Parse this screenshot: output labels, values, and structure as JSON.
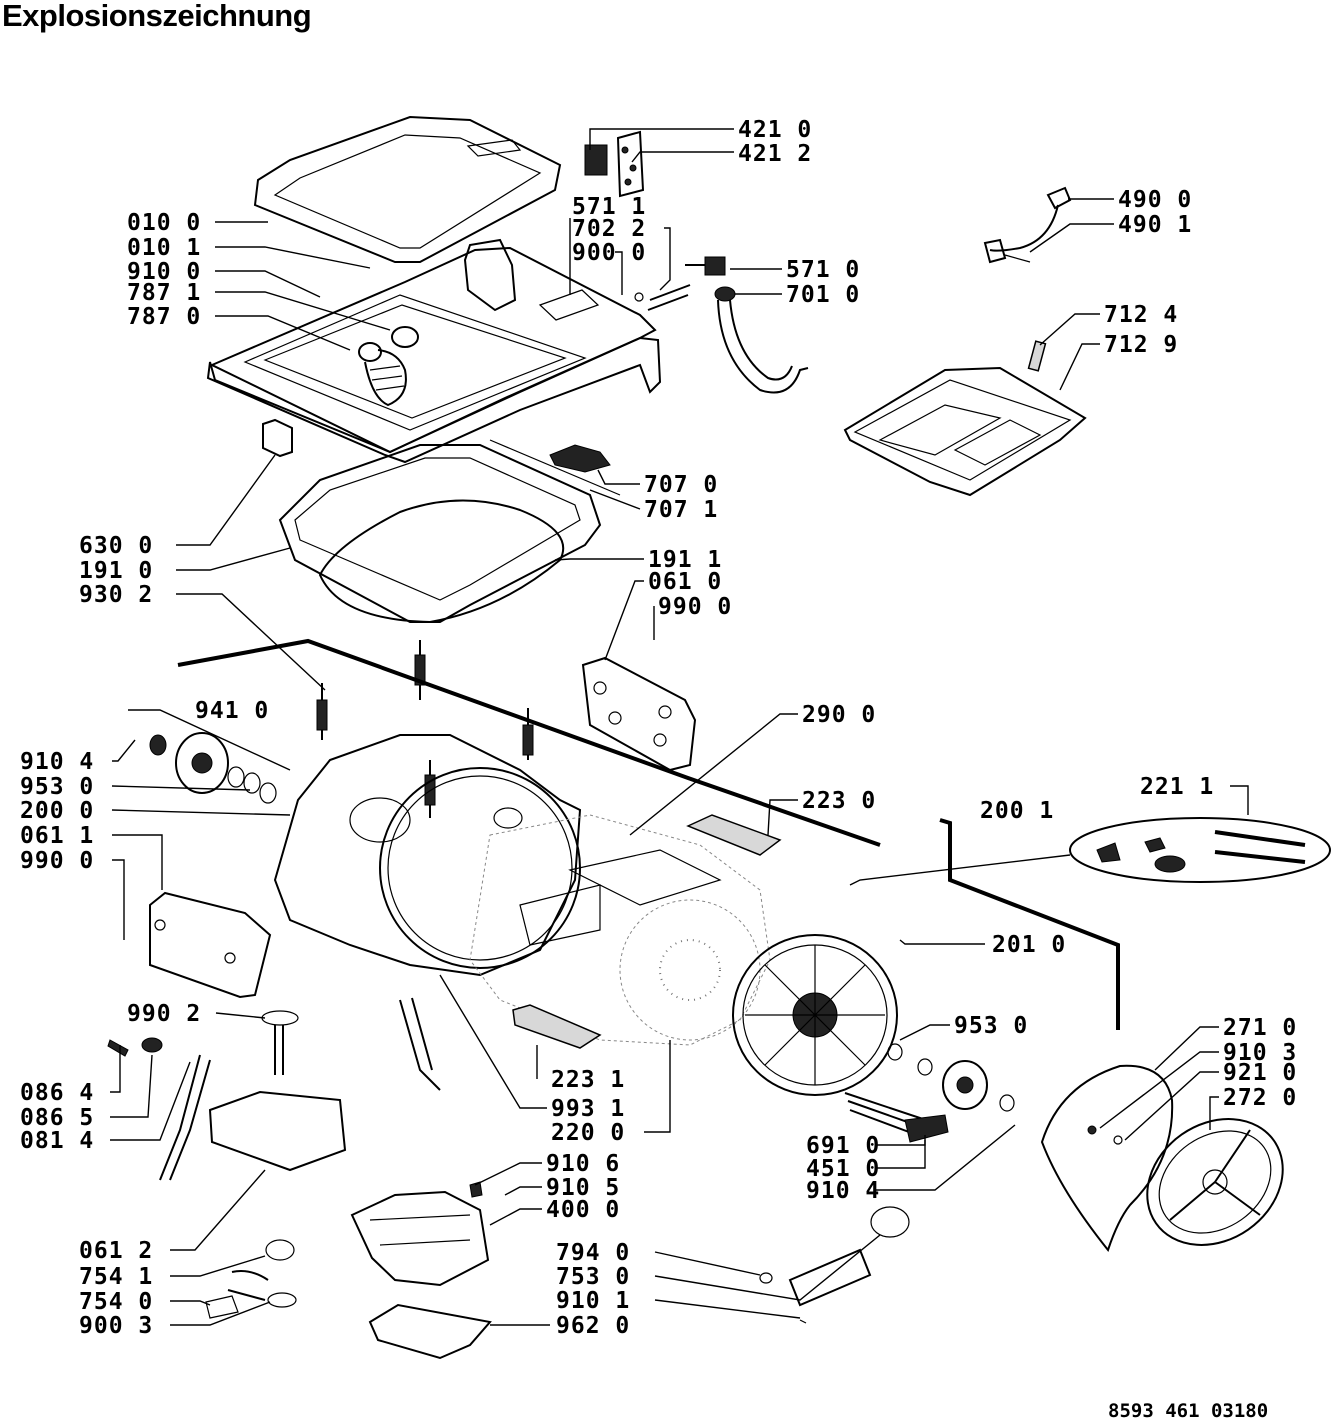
{
  "title": "Explosionszeichnung",
  "document_number": "8593 461 03180",
  "part_labels": [
    "421 0",
    "421 2",
    "490 0",
    "490 1",
    "010 0",
    "010 1",
    "910 0",
    "787 1",
    "787 0",
    "571 1",
    "702 2",
    "900 0",
    "571 0",
    "701 0",
    "712 4",
    "712 9",
    "707 0",
    "707 1",
    "630 0",
    "191 0",
    "930 2",
    "191 1",
    "061 0",
    "990 0",
    "941 0",
    "290 0",
    "910 4",
    "953 0",
    "200 0",
    "061 1",
    "990 0",
    "223 0",
    "200 1",
    "221 1",
    "201 0",
    "953 0",
    "271 0",
    "910 3",
    "921 0",
    "272 0",
    "990 2",
    "223 1",
    "993 1",
    "220 0",
    "691 0",
    "451 0",
    "910 4",
    "086 4",
    "086 5",
    "081 4",
    "910 6",
    "910 5",
    "400 0",
    "061 2",
    "754 1",
    "754 0",
    "900 3",
    "794 0",
    "753 0",
    "910 1",
    "962 0"
  ]
}
